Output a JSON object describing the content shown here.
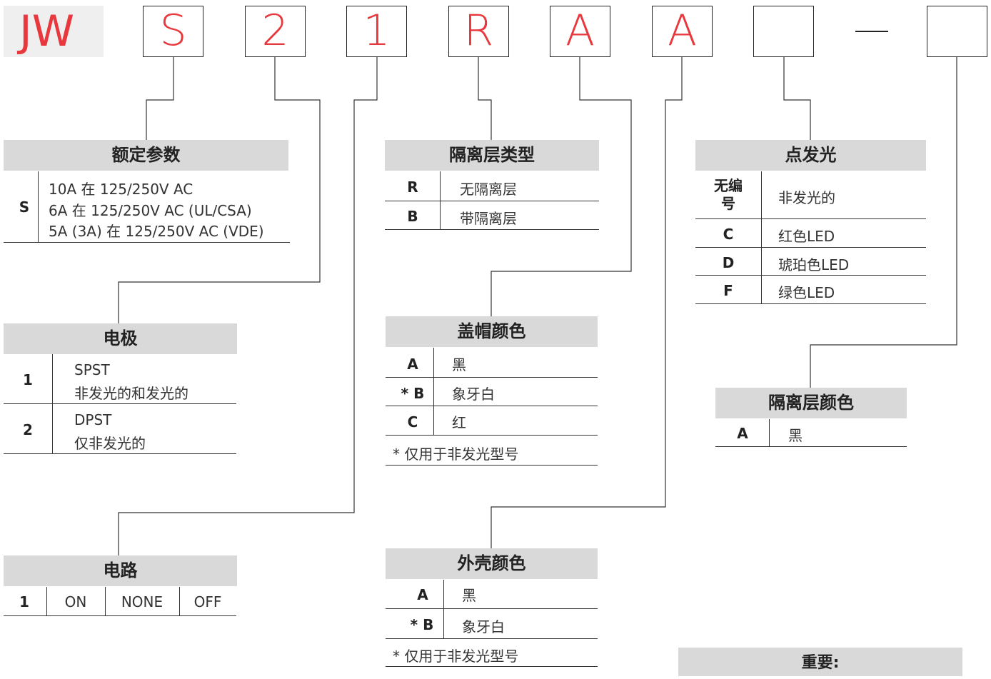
{
  "code_boxes": [
    "JW",
    "S",
    "2",
    "1",
    "R",
    "A",
    "A",
    "",
    ""
  ],
  "rating": {
    "title": "额定参数",
    "code": "S",
    "lines": [
      "10A 在 125/250V AC",
      "6A 在 125/250V AC (UL/CSA)",
      "5A (3A) 在 125/250V AC (VDE)"
    ]
  },
  "poles": {
    "title": "电极",
    "rows": [
      {
        "code": "1",
        "line1": "SPST",
        "line2": "非发光的和发光的"
      },
      {
        "code": "2",
        "line1": "DPST",
        "line2": "仅非发光的"
      }
    ]
  },
  "circuit": {
    "title": "电路",
    "row": [
      "1",
      "ON",
      "NONE",
      "OFF"
    ]
  },
  "barrier_type": {
    "title": "隔离层类型",
    "rows": [
      {
        "code": "R",
        "text": "无隔离层"
      },
      {
        "code": "B",
        "text": "带隔离层"
      }
    ]
  },
  "cap_color": {
    "title": "盖帽颜色",
    "rows": [
      {
        "code": "A",
        "text": "黑"
      },
      {
        "code": "* B",
        "text": "象牙白"
      },
      {
        "code": "C",
        "text": "红"
      }
    ],
    "note": "* 仅用于非发光型号"
  },
  "housing_color": {
    "title": "外壳颜色",
    "rows": [
      {
        "code": "A",
        "text": "黑"
      },
      {
        "code": "* B",
        "text": "象牙白"
      }
    ],
    "note": "* 仅用于非发光型号"
  },
  "illumination": {
    "title": "点发光",
    "rows": [
      {
        "code": "无编号",
        "text": "非发光的"
      },
      {
        "code": "C",
        "text": "红色LED"
      },
      {
        "code": "D",
        "text": "琥珀色LED"
      },
      {
        "code": "F",
        "text": "绿色LED"
      }
    ]
  },
  "barrier_color": {
    "title": "隔离层颜色",
    "rows": [
      {
        "code": "A",
        "text": "黑"
      }
    ]
  },
  "important": {
    "title": "重要:"
  },
  "colors": {
    "accent": "#e8383d",
    "header_bg": "#d9d9d9"
  }
}
